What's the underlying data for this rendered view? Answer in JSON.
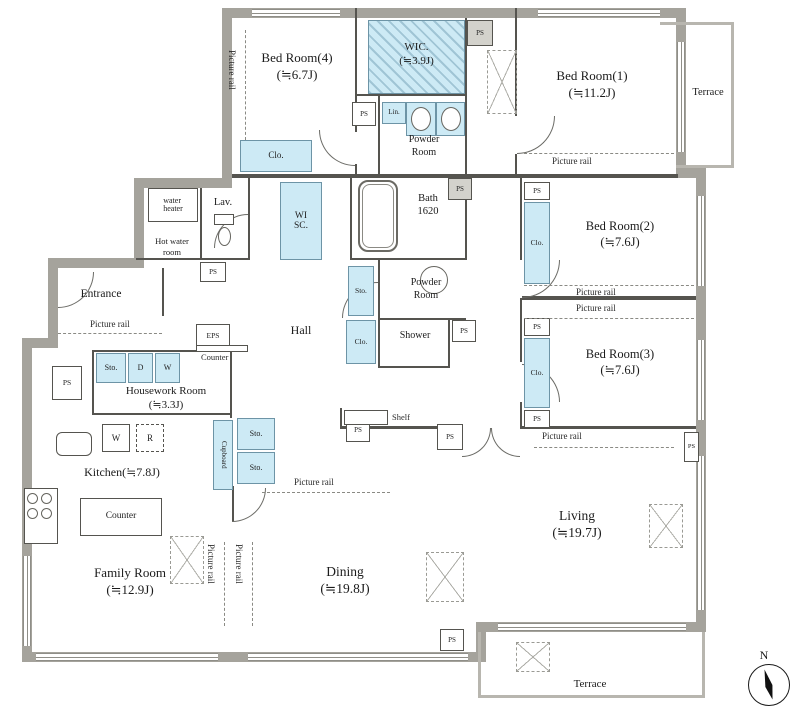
{
  "colors": {
    "wall": "#a5a39c",
    "highlight": "#cdeaf5",
    "interior_line": "#55544f"
  },
  "rooms": {
    "bedroom4": {
      "name": "Bed Room(4)",
      "size": "(≒6.7J)"
    },
    "wic": {
      "name": "WIC.",
      "size": "(≒3.9J)"
    },
    "bedroom1": {
      "name": "Bed Room(1)",
      "size": "(≒11.2J)"
    },
    "bedroom2": {
      "name": "Bed Room(2)",
      "size": "(≒7.6J)"
    },
    "bedroom3": {
      "name": "Bed Room(3)",
      "size": "(≒7.6J)"
    },
    "terrace": "Terrace",
    "powder_line1": "Powder",
    "powder_line2": "Room",
    "bath_line1": "Bath",
    "bath_line2": "1620",
    "shower": "Shower",
    "lav": "Lav.",
    "water_heater_line1": "water",
    "water_heater_line2": "heater",
    "hot_water_line1": "Hot water",
    "hot_water_line2": "room",
    "entrance": "Entrance",
    "hall": "Hall",
    "wisc_line1": "WI",
    "wisc_line2": "SC.",
    "housework": {
      "name": "Housework Room",
      "size": "(≒3.3J)"
    },
    "kitchen": {
      "name": "Kitchen",
      "size": "(≒7.8J)"
    },
    "family": {
      "name": "Family Room",
      "size": "(≒12.9J)"
    },
    "dining": {
      "name": "Dining",
      "size": "(≒19.8J)"
    },
    "living": {
      "name": "Living",
      "size": "(≒19.7J)"
    }
  },
  "labels": {
    "picture_rail": "Picture rail",
    "ps": "PS",
    "eps": "EPS",
    "clo": "Clo.",
    "sto": "Sto.",
    "lin": "Lin.",
    "counter": "Counter",
    "cupboard": "Cupboard",
    "shelf": "Shelf",
    "w": "W",
    "d": "D",
    "r": "R",
    "north": "N"
  }
}
